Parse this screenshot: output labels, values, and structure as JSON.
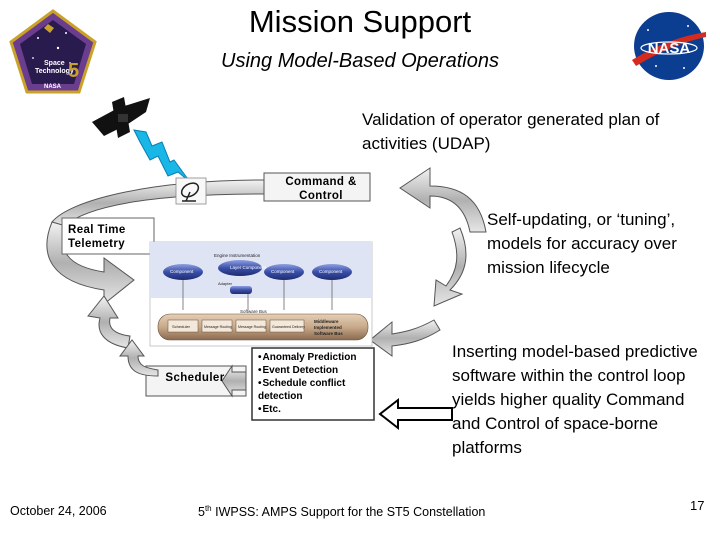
{
  "slide": {
    "title": "Mission Support",
    "subtitle": "Using Model-Based Operations"
  },
  "callouts": {
    "validation": "Validation of operator generated plan of activities (UDAP)",
    "self_updating": "Self-updating, or ‘tuning’, models for accuracy over mission lifecycle",
    "inserting": "Inserting model-based predictive software within the control loop yields higher quality Command and Control of space-borne platforms"
  },
  "diagram": {
    "command_control_line1": "Command &",
    "command_control_line2": "Control",
    "real_time_line1": "Real Time",
    "real_time_line2": "Telemetry",
    "scheduler": "Scheduler",
    "features": [
      "Anomaly Prediction",
      "Event Detection",
      "Schedule conflict detection",
      "Etc."
    ],
    "architecture": {
      "top_label": "Engine Instrumentation",
      "layer_label": "Layer Component",
      "component_labels": [
        "Component",
        "Component",
        "Component"
      ],
      "adapter_label": "Adapter",
      "bus_label": "Software Bus",
      "bus_boxes": [
        "Scheduler",
        "Message Routing",
        "Message Routing",
        "Guaranteed Delivery"
      ],
      "middleware_line1": "Middleware",
      "middleware_line2": "Implemented",
      "middleware_line3": "Software Bus"
    }
  },
  "logos": {
    "st5_line1": "Space",
    "st5_line2": "Technology",
    "st5_number": "5",
    "st5_bottom": "NASA",
    "nasa_word": "NASA"
  },
  "footer": {
    "date": "October 24, 2006",
    "conference_sup": "th",
    "conference_number": "5",
    "conference_rest": " IWPSS: AMPS Support for the ST5 Constellation",
    "page": "17"
  },
  "colors": {
    "st5_purple": "#6b3d8f",
    "st5_gold": "#c9a227",
    "nasa_blue": "#0b3d91",
    "nasa_red": "#d52b1e",
    "arch_blue": "#3a4fa8",
    "bus_tan": "#c8a98a",
    "lightning": "#19b6e8"
  }
}
